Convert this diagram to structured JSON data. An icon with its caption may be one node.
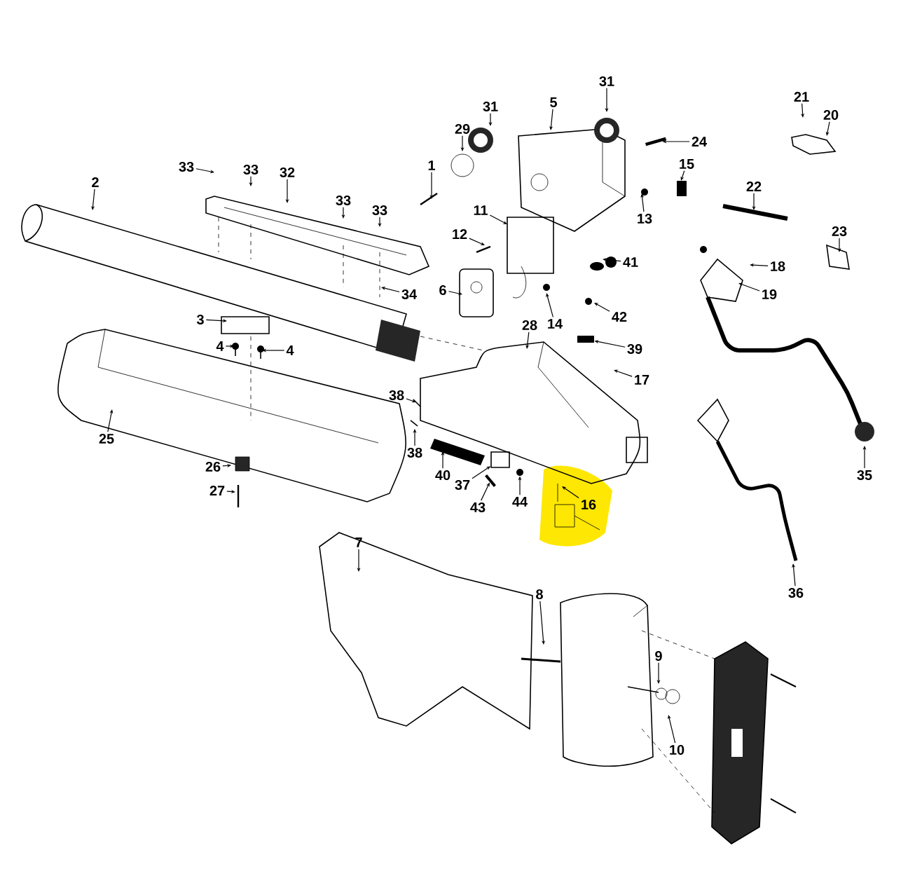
{
  "diagram": {
    "nodes": [
      {
        "text": [
          "31"
        ]
      },
      {
        "text": [
          "21"
        ]
      },
      {
        "text": [
          "5"
        ]
      },
      {
        "text": [
          "31"
        ]
      },
      {
        "text": [
          "20"
        ]
      },
      {
        "text": [
          "29"
        ]
      },
      {
        "text": [
          "24"
        ]
      },
      {
        "text": [
          "15"
        ]
      },
      {
        "text": [
          "1"
        ]
      },
      {
        "text": [
          "33"
        ]
      },
      {
        "text": [
          "33"
        ]
      },
      {
        "text": [
          "32"
        ]
      },
      {
        "text": [
          "2"
        ]
      },
      {
        "text": [
          "22"
        ]
      },
      {
        "text": [
          "33"
        ]
      },
      {
        "text": [
          "11"
        ]
      },
      {
        "text": [
          "33"
        ]
      },
      {
        "text": [
          "13"
        ]
      },
      {
        "text": [
          "23"
        ]
      },
      {
        "text": [
          "12"
        ]
      },
      {
        "text": [
          "41"
        ]
      },
      {
        "text": [
          "18"
        ]
      },
      {
        "text": [
          "19"
        ]
      },
      {
        "text": [
          "6"
        ]
      },
      {
        "text": [
          "34"
        ]
      },
      {
        "text": [
          "42"
        ]
      },
      {
        "text": [
          "14"
        ]
      },
      {
        "text": [
          "3"
        ]
      },
      {
        "text": [
          "28"
        ]
      },
      {
        "text": [
          "4"
        ]
      },
      {
        "text": [
          "39"
        ]
      },
      {
        "text": [
          "4"
        ]
      },
      {
        "text": [
          "17"
        ]
      },
      {
        "text": [
          "38"
        ]
      },
      {
        "text": [
          "25"
        ]
      },
      {
        "text": [
          "38"
        ]
      },
      {
        "text": [
          "26"
        ]
      },
      {
        "text": [
          "35"
        ]
      },
      {
        "text": [
          "40"
        ]
      },
      {
        "text": [
          "37"
        ]
      },
      {
        "text": [
          "27"
        ]
      },
      {
        "text": [
          "44"
        ]
      },
      {
        "text": [
          "16"
        ]
      },
      {
        "text": [
          "43"
        ]
      },
      {
        "text": [
          "7"
        ]
      },
      {
        "text": [
          "36"
        ]
      },
      {
        "text": [
          "8"
        ]
      },
      {
        "text": [
          "9"
        ]
      },
      {
        "text": [
          "10"
        ]
      },
      {
        "text": [],
        "shape": "bar"
      },
      {
        "text": [],
        "shape": "bar"
      },
      {
        "text": [],
        "shape": "circle"
      },
      {
        "text": [],
        "shape": "bar"
      },
      {
        "text": [],
        "shape": "box"
      }
    ],
    "edges": [
      {
        "from": 0,
        "to": null,
        "arrow": "to"
      },
      {
        "from": 1,
        "to": null,
        "arrow": "to"
      },
      {
        "from": 2,
        "to": null,
        "arrow": "to"
      },
      {
        "from": 3,
        "to": null,
        "arrow": "to"
      },
      {
        "from": 4,
        "to": null,
        "arrow": "to"
      },
      {
        "from": 5,
        "to": null,
        "arrow": "to"
      },
      {
        "from": 6,
        "to": 49,
        "arrow": "to"
      },
      {
        "from": 7,
        "to": null,
        "arrow": "to"
      },
      {
        "from": 8,
        "to": null,
        "arrow": "to"
      },
      {
        "from": 9,
        "to": null,
        "arrow": "to"
      },
      {
        "from": 10,
        "to": null,
        "arrow": "to"
      },
      {
        "from": 11,
        "to": null,
        "arrow": "to"
      },
      {
        "from": 12,
        "to": null,
        "arrow": "to"
      },
      {
        "from": 13,
        "to": null,
        "arrow": "to"
      },
      {
        "from": 14,
        "to": null,
        "arrow": "to"
      },
      {
        "from": 15,
        "to": null,
        "arrow": "to"
      },
      {
        "from": 16,
        "to": null,
        "arrow": "to"
      },
      {
        "from": 17,
        "to": null,
        "arrow": "to"
      },
      {
        "from": 18,
        "to": null,
        "arrow": "to"
      },
      {
        "from": 19,
        "to": null,
        "arrow": "to"
      },
      {
        "from": 20,
        "to": null,
        "arrow": "to"
      },
      {
        "from": 21,
        "to": null,
        "arrow": "to"
      },
      {
        "from": 22,
        "to": null,
        "arrow": "to"
      },
      {
        "from": 23,
        "to": null,
        "arrow": "to"
      },
      {
        "from": 24,
        "to": null,
        "arrow": "to"
      },
      {
        "from": 25,
        "to": null,
        "arrow": "to"
      },
      {
        "from": 26,
        "to": null,
        "arrow": "to"
      },
      {
        "from": 27,
        "to": null,
        "arrow": "to"
      },
      {
        "from": 28,
        "to": null,
        "arrow": "to"
      },
      {
        "from": 29,
        "to": null,
        "arrow": "to"
      },
      {
        "from": 30,
        "to": 50,
        "arrow": "to"
      },
      {
        "from": 31,
        "to": null,
        "arrow": "to"
      },
      {
        "from": 32,
        "to": null,
        "arrow": "to"
      },
      {
        "from": 33,
        "to": null,
        "arrow": "to"
      },
      {
        "from": 34,
        "to": null,
        "arrow": "to"
      },
      {
        "from": 35,
        "to": null,
        "arrow": "to"
      },
      {
        "from": 36,
        "to": null,
        "arrow": "to"
      },
      {
        "from": 37,
        "to": null,
        "arrow": "to"
      },
      {
        "from": 38,
        "to": null,
        "arrow": "to"
      },
      {
        "from": 39,
        "to": 53,
        "arrow": "to"
      },
      {
        "from": 40,
        "to": null,
        "arrow": "to"
      },
      {
        "from": 41,
        "to": 51,
        "arrow": "to"
      },
      {
        "from": 42,
        "to": null,
        "arrow": "to"
      },
      {
        "from": 43,
        "to": 52,
        "arrow": "to"
      },
      {
        "from": 44,
        "to": null,
        "arrow": "to"
      },
      {
        "from": 45,
        "to": null,
        "arrow": "to"
      },
      {
        "from": 46,
        "to": null,
        "arrow": "to"
      },
      {
        "from": 47,
        "to": null,
        "arrow": "to"
      },
      {
        "from": 48,
        "to": null,
        "arrow": "to"
      }
    ]
  }
}
